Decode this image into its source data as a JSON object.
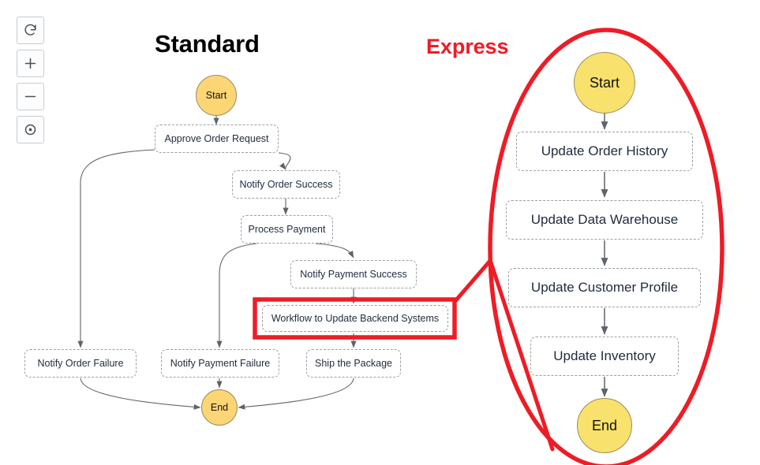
{
  "toolbar": {
    "buttons": [
      {
        "name": "reset-view-button",
        "icon": "refresh-icon",
        "label": "Reset view"
      },
      {
        "name": "zoom-in-button",
        "icon": "plus-icon",
        "label": "Zoom in"
      },
      {
        "name": "zoom-out-button",
        "icon": "minus-icon",
        "label": "Zoom out"
      },
      {
        "name": "fit-to-screen-button",
        "icon": "target-icon",
        "label": "Fit to screen"
      }
    ]
  },
  "colors": {
    "highlight_red": "#ee1c25",
    "terminal_fill_standard": "#fcd675",
    "terminal_fill_express": "#f8e16c",
    "terminal_stroke": "#9b8a63",
    "node_border": "#9aa0a6",
    "edge_stroke": "#5f6368",
    "node_text": "#1f2b3d",
    "title_standard": "#000000"
  },
  "standard": {
    "title": "Standard",
    "nodes": {
      "start": "Start",
      "approve_order_request": "Approve Order Request",
      "notify_order_success": "Notify Order Success",
      "process_payment": "Process Payment",
      "notify_payment_success": "Notify Payment Success",
      "workflow_update_backend": "Workflow to Update Backend Systems",
      "notify_order_failure": "Notify Order Failure",
      "notify_payment_failure": "Notify Payment Failure",
      "ship_the_package": "Ship the Package",
      "end": "End"
    }
  },
  "express": {
    "title": "Express",
    "nodes": {
      "start": "Start",
      "update_order_history": "Update Order History",
      "update_data_warehouse": "Update Data Warehouse",
      "update_customer_profile": "Update Customer Profile",
      "update_inventory": "Update Inventory",
      "end": "End"
    }
  }
}
